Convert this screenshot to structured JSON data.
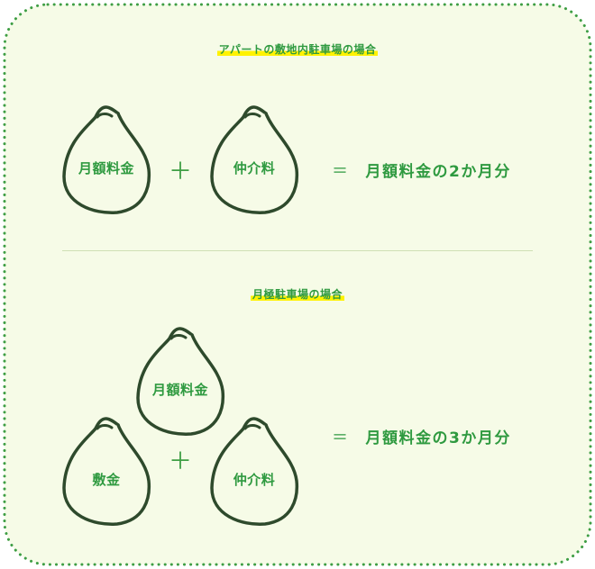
{
  "sections": [
    {
      "title": "アパートの敷地内駐車場の場合",
      "bags": [
        "月額料金",
        "仲介料"
      ],
      "operator": "＋",
      "equals": "＝",
      "result": "月額料金の2か月分"
    },
    {
      "title": "月極駐車場の場合",
      "bags": [
        "月額料金",
        "敷金",
        "仲介料"
      ],
      "operator": "＋",
      "equals": "＝",
      "result": "月額料金の3か月分"
    }
  ],
  "colors": {
    "panel_bg": "#f6fbe7",
    "dashed_border": "#3e9e44",
    "text_green": "#2f9a40",
    "highlight": "#fff200",
    "bag_outline": "#2e4a2c"
  },
  "icon": "money-bag-icon"
}
